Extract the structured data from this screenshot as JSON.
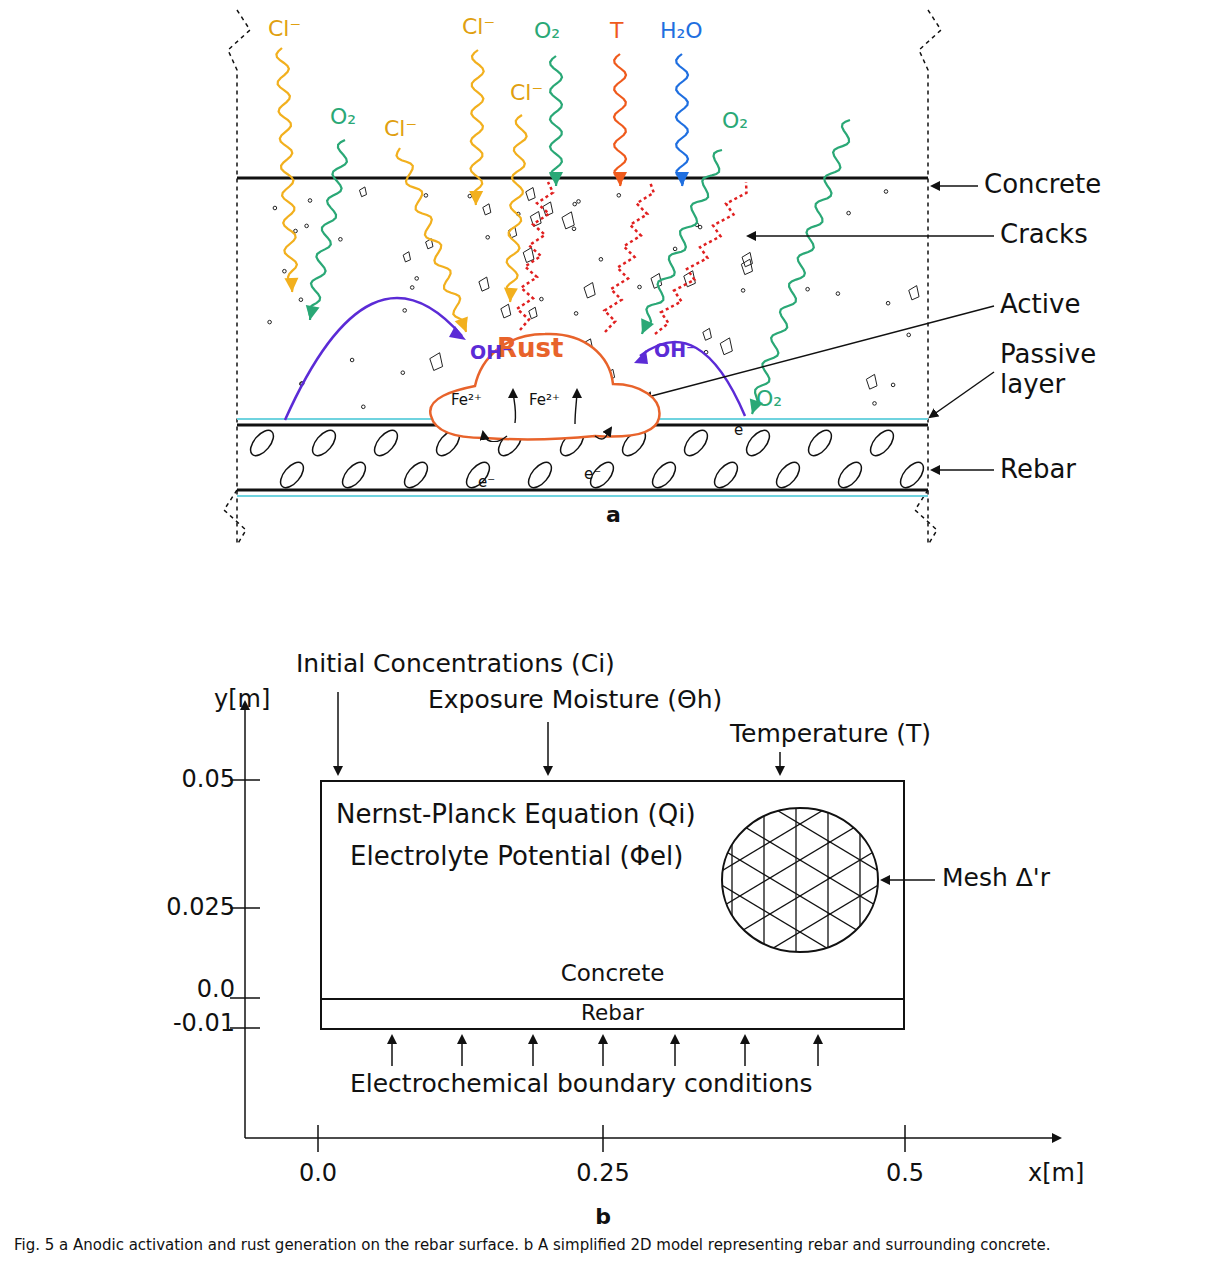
{
  "diagram": {
    "caption": "Fig. 5 a Anodic activation and rust generation on the rebar surface. b A simplified 2D model representing rebar and surrounding concrete.",
    "nodes": [
      {
        "text": [
          "Rust",
          "Fe²⁺",
          "Fe²⁺"
        ]
      },
      {
        "text": [
          "Nernst-Planck Equation (Qi)",
          "Electrolyte Potential (Φel)",
          "Concrete"
        ]
      },
      {
        "text": [
          "Rebar"
        ]
      }
    ],
    "edges": [],
    "labels": [
      "Cl⁻",
      "O₂",
      "Cl⁻",
      "Cl⁻",
      "Cl⁻",
      "O₂",
      "T",
      "H₂O",
      "O₂",
      "OH⁻",
      "OH⁻",
      "O₂",
      "e⁻",
      "e⁻",
      "e",
      "Concrete",
      "Cracks",
      "Active",
      "Passive layer",
      "Rebar",
      "a",
      "Initial Concentrations (Ci)",
      "Exposure Moisture (Θh)",
      "Temperature (T)",
      "y[m]",
      "0.05",
      "0.025",
      "0.0",
      "-0.01",
      "Mesh Δ'r",
      "Electrochemical boundary conditions",
      "0.0",
      "0.25",
      "0.5",
      "x[m]",
      "b"
    ]
  }
}
